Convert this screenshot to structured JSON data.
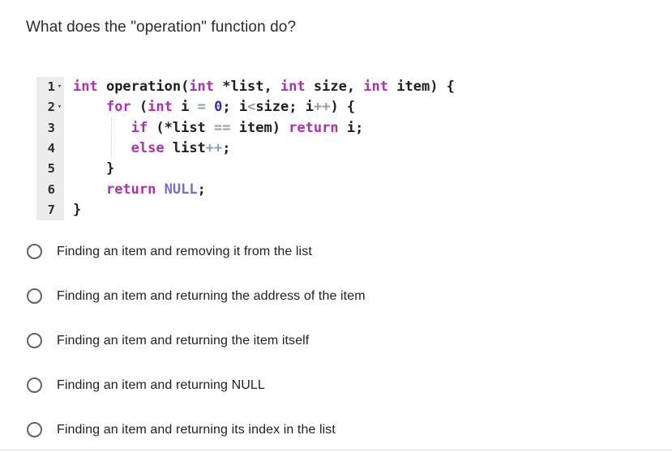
{
  "question": {
    "title": "What does the \"operation\" function do?"
  },
  "code": {
    "fold_icon": "▾",
    "colors": {
      "keyword": "#b02fb0",
      "plain": "#1f1f1f",
      "number": "#2a2ad6",
      "nullv": "#6f6fe0",
      "operator": "#8aa0b8",
      "gutter_bg": "#ececec",
      "gutter_text": "#2e2e2e"
    },
    "lines": [
      {
        "number": "1",
        "fold": true,
        "indent_guide": false,
        "segments": [
          {
            "t": "int",
            "c": "keyword"
          },
          {
            "t": " operation(",
            "c": "plain"
          },
          {
            "t": "int",
            "c": "keyword"
          },
          {
            "t": " *list, ",
            "c": "plain"
          },
          {
            "t": "int",
            "c": "keyword"
          },
          {
            "t": " size, ",
            "c": "plain"
          },
          {
            "t": "int",
            "c": "keyword"
          },
          {
            "t": " item) {",
            "c": "plain"
          }
        ]
      },
      {
        "number": "2",
        "fold": true,
        "indent_guide": false,
        "segments": [
          {
            "t": "    ",
            "c": "plain"
          },
          {
            "t": "for",
            "c": "keyword"
          },
          {
            "t": " (",
            "c": "plain"
          },
          {
            "t": "int",
            "c": "keyword"
          },
          {
            "t": " i ",
            "c": "plain"
          },
          {
            "t": "=",
            "c": "operator"
          },
          {
            "t": " ",
            "c": "plain"
          },
          {
            "t": "0",
            "c": "number"
          },
          {
            "t": "; i",
            "c": "plain"
          },
          {
            "t": "<",
            "c": "operator"
          },
          {
            "t": "size; i",
            "c": "plain"
          },
          {
            "t": "++",
            "c": "operator"
          },
          {
            "t": ") {",
            "c": "plain"
          }
        ]
      },
      {
        "number": "3",
        "fold": false,
        "indent_guide": true,
        "segments": [
          {
            "t": "       ",
            "c": "plain"
          },
          {
            "t": "if",
            "c": "keyword"
          },
          {
            "t": " (*list ",
            "c": "plain"
          },
          {
            "t": "==",
            "c": "operator"
          },
          {
            "t": " item) ",
            "c": "plain"
          },
          {
            "t": "return",
            "c": "keyword"
          },
          {
            "t": " i;",
            "c": "plain"
          }
        ]
      },
      {
        "number": "4",
        "fold": false,
        "indent_guide": true,
        "segments": [
          {
            "t": "       ",
            "c": "plain"
          },
          {
            "t": "else",
            "c": "keyword"
          },
          {
            "t": " list",
            "c": "plain"
          },
          {
            "t": "++",
            "c": "operator"
          },
          {
            "t": ";",
            "c": "plain"
          }
        ]
      },
      {
        "number": "5",
        "fold": false,
        "indent_guide": false,
        "segments": [
          {
            "t": "    }",
            "c": "plain"
          }
        ]
      },
      {
        "number": "6",
        "fold": false,
        "indent_guide": false,
        "segments": [
          {
            "t": "    ",
            "c": "plain"
          },
          {
            "t": "return",
            "c": "keyword"
          },
          {
            "t": " ",
            "c": "plain"
          },
          {
            "t": "NULL",
            "c": "nullv"
          },
          {
            "t": ";",
            "c": "plain"
          }
        ]
      },
      {
        "number": "7",
        "fold": false,
        "indent_guide": false,
        "segments": [
          {
            "t": "}",
            "c": "plain"
          }
        ]
      }
    ]
  },
  "options": {
    "items": [
      {
        "label": "Finding an item and removing it from the list",
        "selected": false
      },
      {
        "label": "Finding an item and returning the address of the item",
        "selected": false
      },
      {
        "label": "Finding an item and returning the item itself",
        "selected": false
      },
      {
        "label": "Finding an item and returning NULL",
        "selected": false
      },
      {
        "label": "Finding an item and returning its index in the list",
        "selected": false
      }
    ]
  }
}
